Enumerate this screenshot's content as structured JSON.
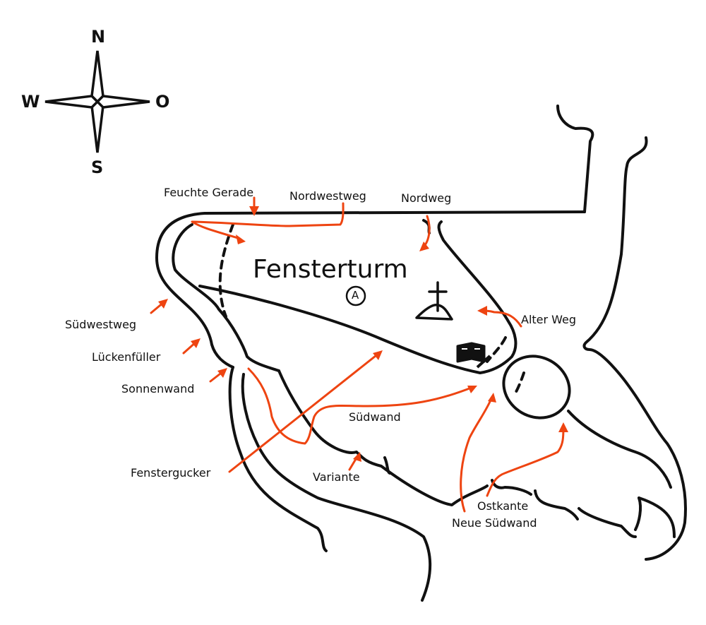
{
  "map": {
    "title": "Fensterturm",
    "summit_marker": "A",
    "compass": {
      "north": "N",
      "south": "S",
      "west": "W",
      "east": "O"
    },
    "route_color": "#ee4411",
    "line_color": "#111111",
    "routes": {
      "feuchte_gerade": "Feuchte Gerade",
      "nordwestweg": "Nordwestweg",
      "nordweg": "Nordweg",
      "alter_weg": "Alter Weg",
      "suedwestweg": "Südwestweg",
      "lueckenfueller": "Lückenfüller",
      "sonnenwand": "Sonnenwand",
      "suedwand": "Südwand",
      "fenstergucker": "Fenstergucker",
      "variante": "Variante",
      "ostkante": "Ostkante",
      "neue_suedwand": "Neue Südwand"
    }
  }
}
